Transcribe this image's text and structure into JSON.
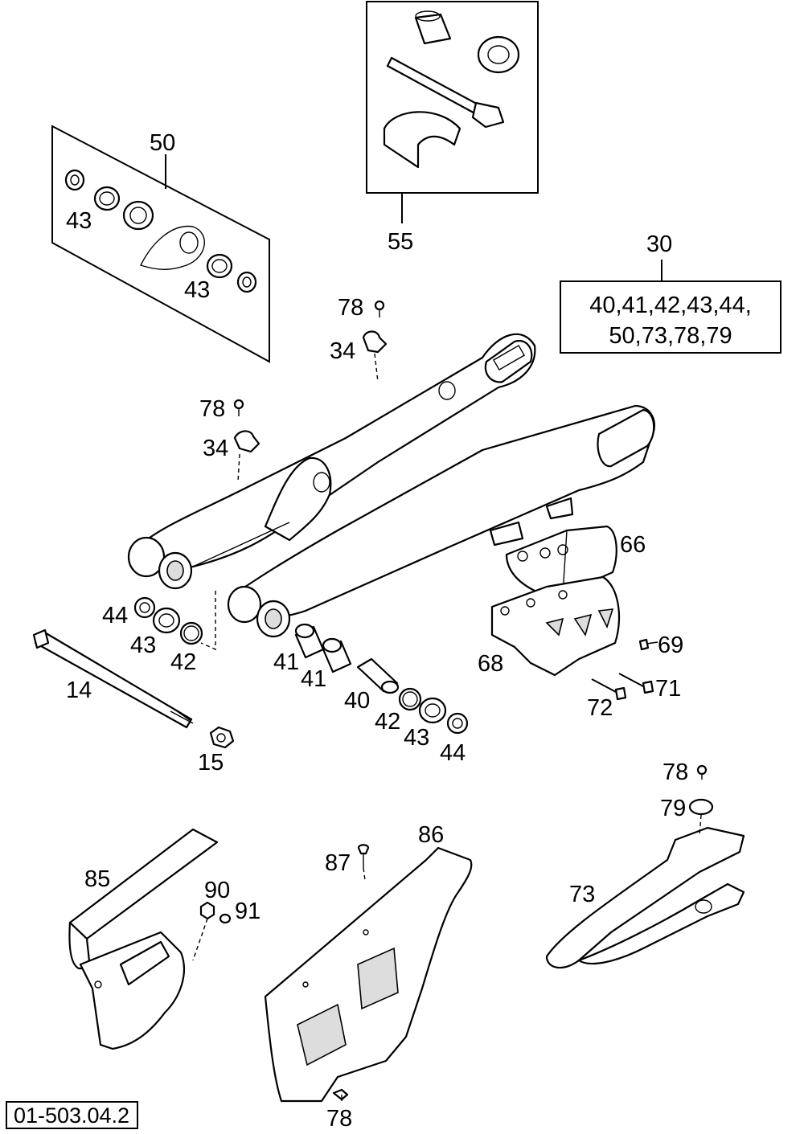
{
  "diagram": {
    "drawing_number": "01-503.04.2",
    "kit_30": {
      "label": "30",
      "contents_line1": "40,41,42,43,44,",
      "contents_line2": "50,73,78,79"
    },
    "callouts": {
      "p50": "50",
      "p55": "55",
      "p43_kit_a": "43",
      "p43_kit_b": "43",
      "p78_top": "78",
      "p34_top": "34",
      "p78_mid": "78",
      "p34_mid": "34",
      "p66": "66",
      "p44_left": "44",
      "p43_left": "43",
      "p42_left": "42",
      "p41_a": "41",
      "p41_b": "41",
      "p14": "14",
      "p69": "69",
      "p68": "68",
      "p71": "71",
      "p72": "72",
      "p40": "40",
      "p42_right": "42",
      "p43_right": "43",
      "p44_right": "44",
      "p15": "15",
      "p78_right": "78",
      "p79": "79",
      "p86": "86",
      "p85": "85",
      "p87": "87",
      "p90": "90",
      "p91": "91",
      "p73": "73",
      "p78_bottom": "78"
    }
  }
}
